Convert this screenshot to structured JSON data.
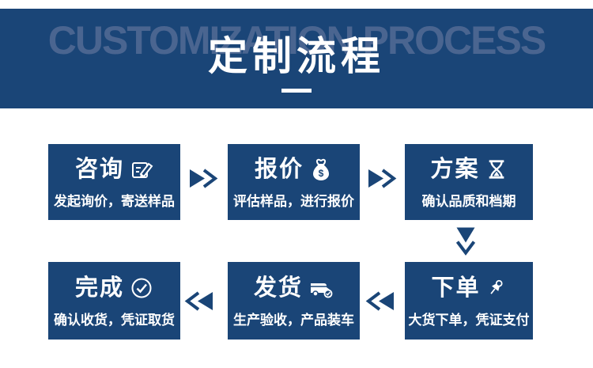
{
  "header": {
    "background_text": "CUSTOMIZATION PROCESS",
    "title": "定制流程"
  },
  "flow": {
    "rows": [
      {
        "direction": "right",
        "cells": [
          {
            "title": "咨询",
            "icon": "edit-icon",
            "desc": "发起询价，寄送样品"
          },
          {
            "title": "报价",
            "icon": "money-bag-icon",
            "desc": "评估样品，进行报价"
          },
          {
            "title": "方案",
            "icon": "hourglass-icon",
            "desc": "确认品质和档期"
          }
        ]
      },
      {
        "direction": "left",
        "cells": [
          {
            "title": "完成",
            "icon": "check-circle-icon",
            "desc": "确认收货，凭证取货"
          },
          {
            "title": "发货",
            "icon": "truck-icon",
            "desc": "生产验收，产品装车"
          },
          {
            "title": "下单",
            "icon": "pushpin-icon",
            "desc": "大货下单，凭证支付"
          }
        ]
      }
    ]
  },
  "colors": {
    "banner": "#1a4577",
    "box": "#1a4577",
    "ghost_text": "#4a6590",
    "text": "#ffffff",
    "arrow": "#1a4577"
  }
}
